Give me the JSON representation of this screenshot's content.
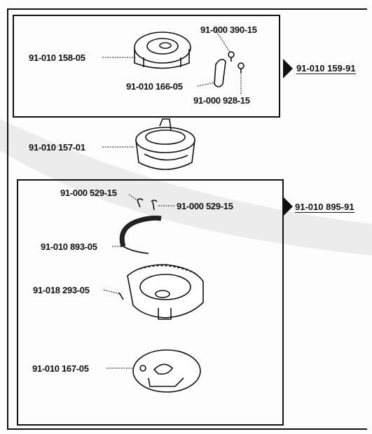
{
  "top_group": {
    "ref": "91-010 159-91",
    "parts": [
      {
        "label": "91-000 390-15"
      },
      {
        "label": "91-010 158-05"
      },
      {
        "label": "91-010 166-05"
      },
      {
        "label": "91-000 928-15"
      }
    ]
  },
  "middle_part": {
    "label": "91-010 157-01"
  },
  "bottom_group": {
    "ref": "91-010 895-91",
    "parts": [
      {
        "label": "91-000 529-15"
      },
      {
        "label": "91-000 529-15"
      },
      {
        "label": "91-010 893-05"
      },
      {
        "label": "91-018 293-05"
      },
      {
        "label": "91-010 167-05"
      }
    ]
  }
}
